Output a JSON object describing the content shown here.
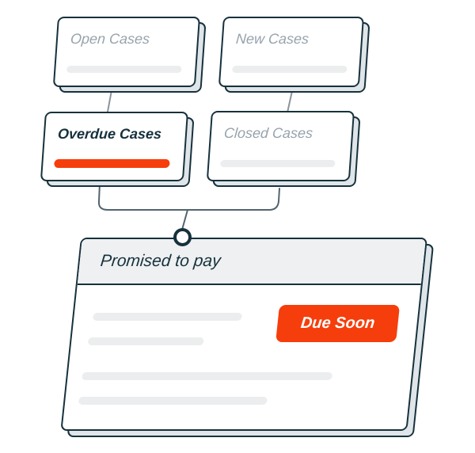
{
  "illustration": {
    "nodes": [
      {
        "id": "open",
        "label": "Open Cases",
        "emphasized": false
      },
      {
        "id": "new",
        "label": "New Cases",
        "emphasized": false
      },
      {
        "id": "overdue",
        "label": "Overdue Cases",
        "emphasized": true
      },
      {
        "id": "closed",
        "label": "Closed Cases",
        "emphasized": false
      }
    ],
    "detail_card": {
      "title": "Promised to pay",
      "badge_label": "Due Soon",
      "skeleton_line_count": 4
    },
    "colors": {
      "ink": "#16313D",
      "accent_orange": "#F63E0C",
      "muted_text": "#97A3AC",
      "skeleton": "#ECEDEE",
      "header_bg": "#EEF0F1",
      "card_side": "#DFE5E8",
      "connector": "#8A949C",
      "bracket": "#53646F",
      "background": "#FFFFFF"
    }
  }
}
